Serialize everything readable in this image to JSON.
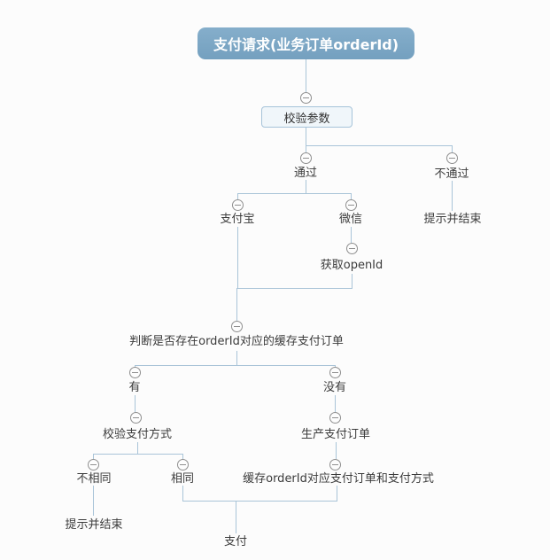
{
  "diagram": {
    "type": "mindmap-flowchart",
    "title": "payment request flow",
    "colors": {
      "root_fill": "#7ba6c4",
      "root_text": "#ffffff",
      "box_fill": "#f0f6fa",
      "box_border": "#a6c3d9",
      "connector": "#a9c4d8",
      "label_text": "#3b3b3b",
      "expander_border": "#8f8f8f",
      "background": "#fcfcfc"
    },
    "icons": {
      "expander": "minus-circle"
    },
    "nodes": {
      "root": {
        "label": "支付请求(业务订单orderId)"
      },
      "validate_params": {
        "label": "校验参数"
      },
      "pass": {
        "label": "通过"
      },
      "fail": {
        "label": "不通过"
      },
      "fail_end": {
        "label": "提示并结束"
      },
      "alipay": {
        "label": "支付宝"
      },
      "wechat": {
        "label": "微信"
      },
      "get_openid": {
        "label": "获取openId"
      },
      "check_cached_order": {
        "label": "判断是否存在orderId对应的缓存支付订单"
      },
      "exists": {
        "label": "有"
      },
      "not_exists": {
        "label": "没有"
      },
      "verify_pay_method": {
        "label": "校验支付方式"
      },
      "create_pay_order": {
        "label": "生产支付订单"
      },
      "not_same": {
        "label": "不相同"
      },
      "same": {
        "label": "相同"
      },
      "cache_order": {
        "label": "缓存orderId对应支付订单和支付方式"
      },
      "not_same_end": {
        "label": "提示并结束"
      },
      "pay": {
        "label": "支付"
      }
    }
  }
}
